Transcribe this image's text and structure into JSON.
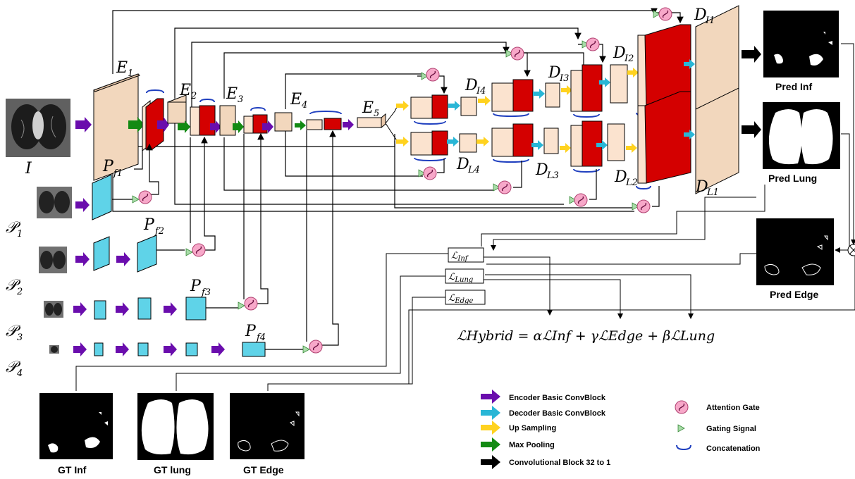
{
  "colors": {
    "encoder_face": "#f2d7bd",
    "feature_face": "#fbe3cf",
    "decoder_red": "#d40000",
    "prior_blue": "#5fd3e8",
    "encoder_arrow": "#6a0dad",
    "decoder_arrow": "#29b6d6",
    "upsample_arrow": "#ffd21f",
    "maxpool_arrow": "#138a13",
    "conv_arrow": "#000000",
    "attention_gate": "#f7a8c9",
    "gating_signal": "#a8dca8",
    "concat_bracket": "#1f3fbf"
  },
  "labels": {
    "input": "I",
    "E1": "E",
    "E1_sub": "1",
    "E2": "E",
    "E2_sub": "2",
    "E3": "E",
    "E3_sub": "3",
    "E4": "E",
    "E4_sub": "4",
    "E5": "E",
    "E5_sub": "5",
    "DI1": "D",
    "DI1_sub": "I1",
    "DI2": "D",
    "DI2_sub": "I2",
    "DI3": "D",
    "DI3_sub": "I3",
    "DI4": "D",
    "DI4_sub": "I4",
    "DL1": "D",
    "DL1_sub": "L1",
    "DL2": "D",
    "DL2_sub": "L2",
    "DL3": "D",
    "DL3_sub": "L3",
    "DL4": "D",
    "DL4_sub": "L4",
    "P1": "𝒫",
    "P1_sub": "1",
    "P2": "𝒫",
    "P2_sub": "2",
    "P3": "𝒫",
    "P3_sub": "3",
    "P4": "𝒫",
    "P4_sub": "4",
    "Pf1": "P",
    "Pf1_sub": "f1",
    "Pf2": "P",
    "Pf2_sub": "f2",
    "Pf3": "P",
    "Pf3_sub": "f3",
    "Pf4": "P",
    "Pf4_sub": "f4"
  },
  "losses": {
    "inf": "ℒ",
    "inf_sub": "Inf",
    "lung": "ℒ",
    "lung_sub": "Lung",
    "edge": "ℒ",
    "edge_sub": "Edge",
    "hybrid": "ℒHybrid = αℒInf + γℒEdge + βℒLung"
  },
  "captions": {
    "pred_inf": "Pred Inf",
    "pred_lung": "Pred Lung",
    "pred_edge": "Pred Edge",
    "gt_inf": "GT Inf",
    "gt_lung": "GT lung",
    "gt_edge": "GT Edge"
  },
  "legend": [
    {
      "label": "Encoder Basic ConvBlock",
      "icon": "purple-arrow"
    },
    {
      "label": "Decoder Basic ConvBlock",
      "icon": "cyan-arrow"
    },
    {
      "label": "Up Sampling",
      "icon": "yellow-arrow"
    },
    {
      "label": "Max Pooling",
      "icon": "green-arrow"
    },
    {
      "label": "Convolutional Block 32 to 1",
      "icon": "black-arrow"
    },
    {
      "label": "Attention Gate",
      "icon": "attention-gate-icon"
    },
    {
      "label": "Gating Signal",
      "icon": "gating-signal-icon"
    },
    {
      "label": "Concatenation",
      "icon": "concatenation-bracket-icon"
    }
  ]
}
